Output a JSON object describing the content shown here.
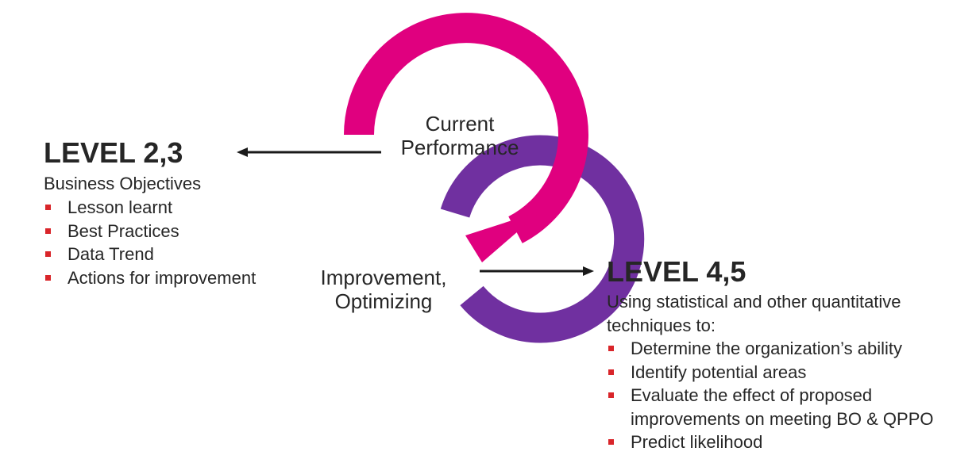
{
  "diagram": {
    "top_cycle_label": [
      "Current",
      "Performance"
    ],
    "bottom_cycle_label": [
      "Improvement,",
      "Optimizing"
    ],
    "colors": {
      "top_ring": "#e0007f",
      "bottom_ring": "#7030a0",
      "arrow": "#1a1a1a",
      "bullet": "#d9252a"
    }
  },
  "left_panel": {
    "title": "LEVEL 2,3",
    "intro": "Business Objectives",
    "items": [
      "Lesson learnt",
      "Best Practices",
      "Data Trend",
      "Actions for improvement"
    ]
  },
  "right_panel": {
    "title": "LEVEL 4,5",
    "intro": [
      "Using statistical and other quantitative",
      "techniques to:"
    ],
    "items": [
      {
        "lines": [
          "Determine the organization’s ability"
        ]
      },
      {
        "lines": [
          "Identify potential areas"
        ]
      },
      {
        "lines": [
          "Evaluate the effect of proposed",
          "improvements on meeting BO & QPPO"
        ]
      },
      {
        "lines": [
          "Predict likelihood"
        ]
      }
    ]
  }
}
